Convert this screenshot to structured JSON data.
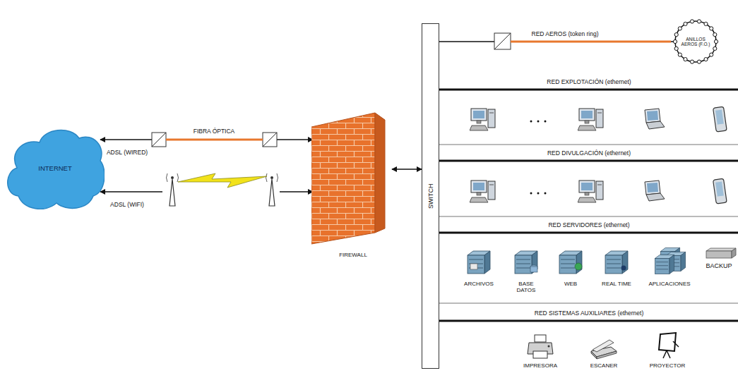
{
  "diagram": {
    "nodes": [
      {
        "text": [
          "INTERNET"
        ]
      },
      {
        "text": [
          "FIREWALL"
        ]
      },
      {
        "text": [
          "SWITCH"
        ]
      },
      {
        "text": [
          "ANILLOS AEROS (F.O.)"
        ]
      }
    ],
    "edges": [
      {
        "from": 0,
        "to": 1,
        "arrow": "both",
        "label": "FIBRA ÓPTICA"
      },
      {
        "from": 0,
        "to": 1,
        "arrow": "both"
      },
      {
        "from": 1,
        "to": 2,
        "arrow": "both"
      },
      {
        "from": 2,
        "to": 3,
        "arrow": "none",
        "label": "RED AEROS (token ring)"
      }
    ],
    "labels": [
      "ADSL (WIRED)",
      "ADSL (WIFI)",
      "RED EXPLOTACIÓN (ethernet)",
      "RED DIVULGACIÓN (ethernet)",
      "RED SERVIDORES (ethernet)",
      "ARCHIVOS",
      "BASE DATOS",
      "WEB",
      "REAL TIME",
      "APLICACIONES",
      "BACKUP",
      "RED SISTEMAS AUXILIARES (ethernet)",
      "IMPRESORA",
      "ESCANER",
      "PROYECTOR"
    ]
  }
}
